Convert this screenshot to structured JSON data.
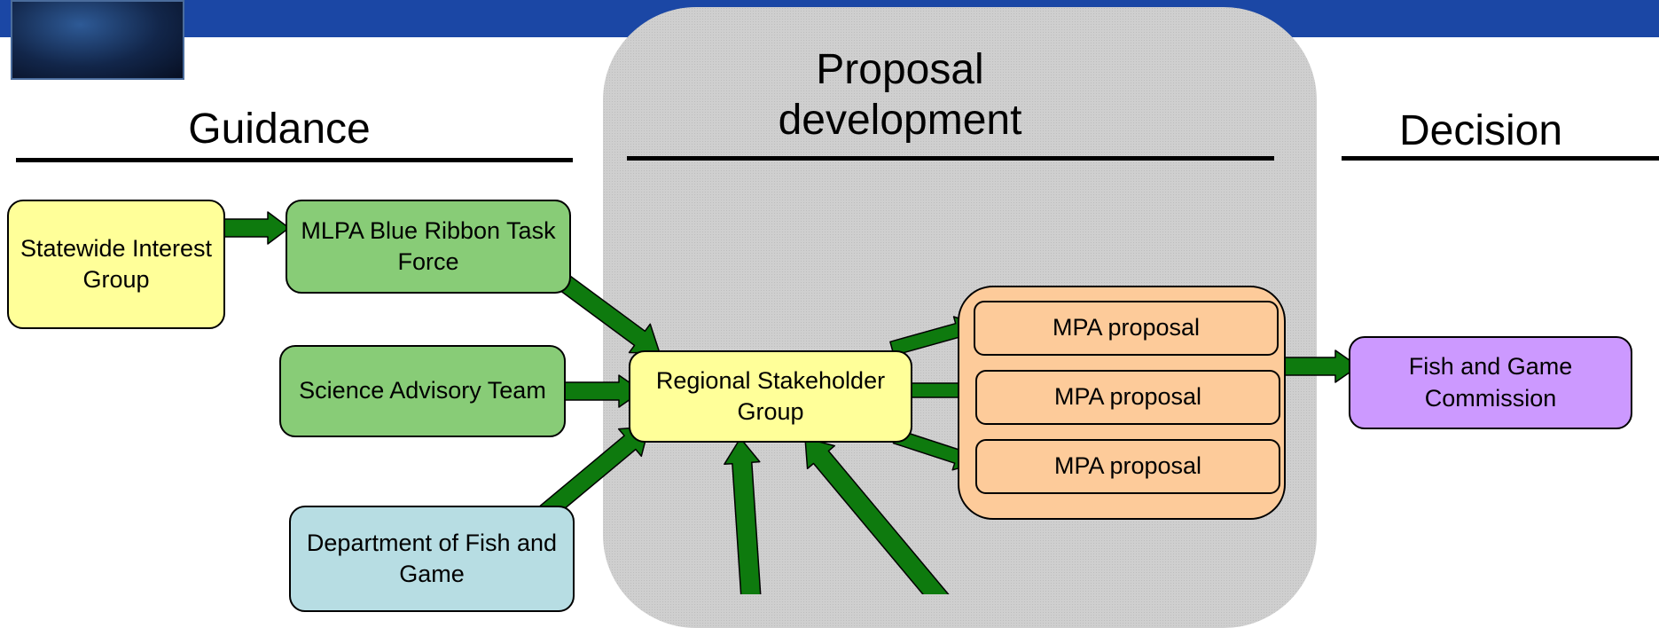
{
  "headings": {
    "guidance": "Guidance",
    "proposal": "Proposal development",
    "decision": "Decision"
  },
  "boxes": {
    "statewide": "Statewide Interest Group",
    "blue_ribbon": "MLPA Blue Ribbon Task Force",
    "science": "Science Advisory Team",
    "dfg": "Department of Fish and Game",
    "rsg": "Regional Stakeholder Group",
    "proposals": [
      "MPA proposal",
      "MPA proposal",
      "MPA proposal"
    ],
    "commission": "Fish and Game Commission"
  },
  "colors": {
    "header_bar": "#1b47a5",
    "arrow": "#0e7a0e",
    "yellow_box": "#ffff99",
    "green_box": "#88cc77",
    "blue_box": "#b7dde3",
    "orange_box": "#fdcb9a",
    "purple_box": "#cc99ff",
    "panel": "#cfcfcf"
  }
}
